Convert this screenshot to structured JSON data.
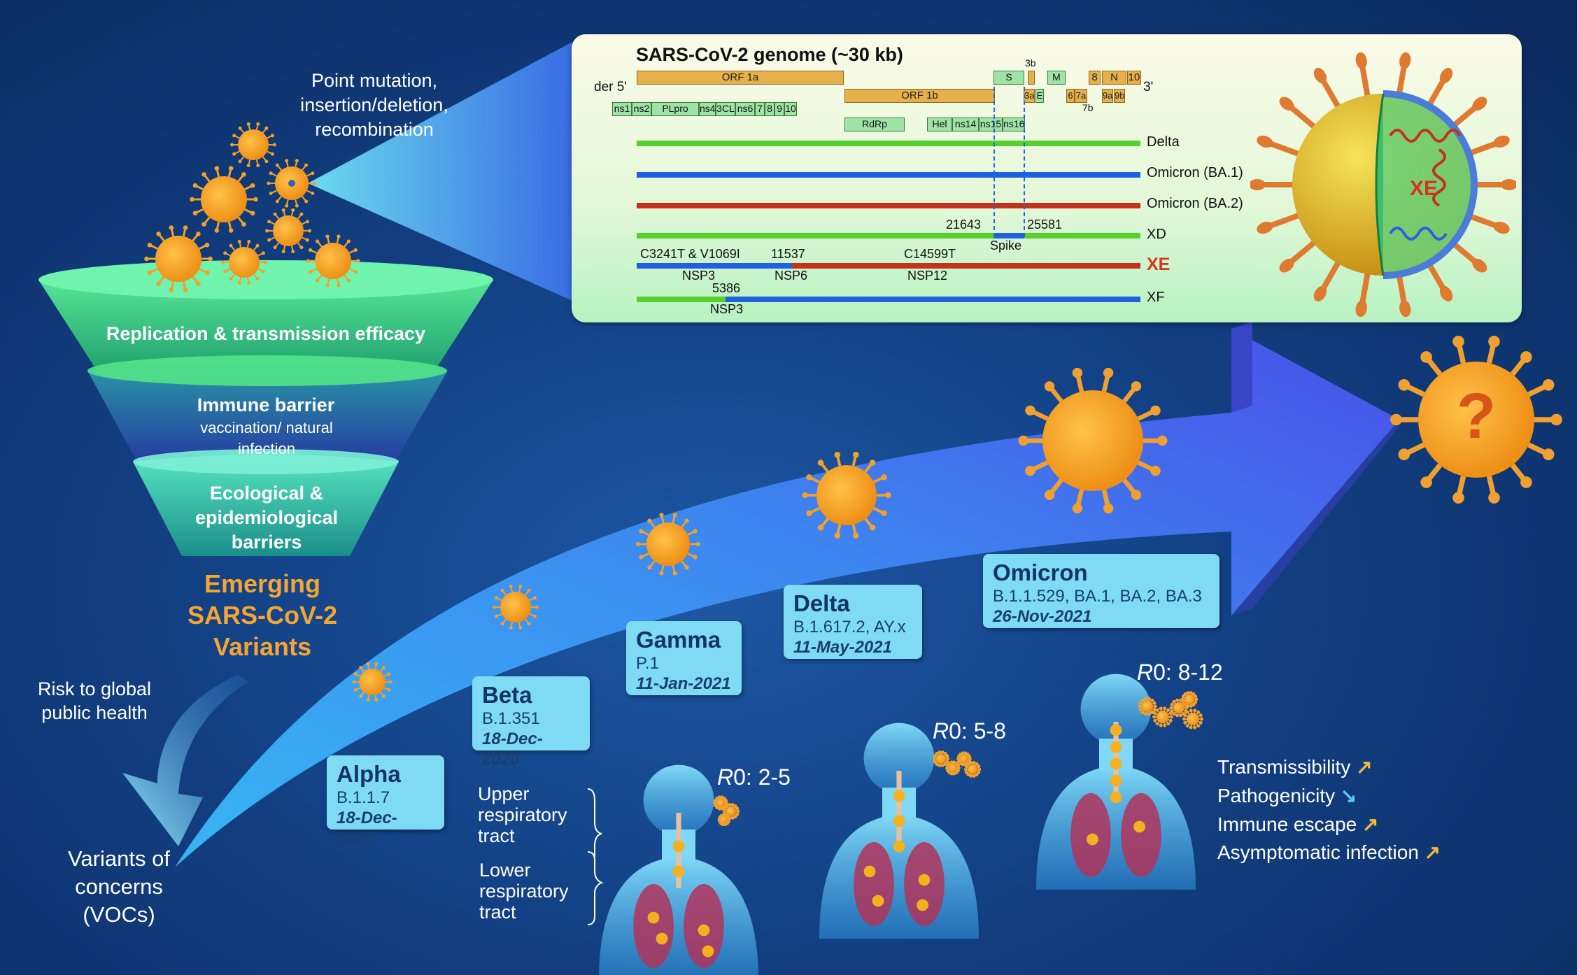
{
  "intro": {
    "mutation_lines": [
      "Point mutation,",
      "insertion/deletion,",
      "recombination"
    ]
  },
  "funnel": {
    "layer1": "Replication & transmission efficacy",
    "layer2_title": "Immune barrier",
    "layer2_sub": "vaccination/ natural infection",
    "layer3": "Ecological & epidemiological barriers",
    "emerging": [
      "Emerging",
      "SARS-CoV-2",
      "Variants"
    ]
  },
  "risk_label": [
    "Risk to global",
    "public health"
  ],
  "voc_label": [
    "Variants of",
    "concerns",
    "(VOCs)"
  ],
  "variants": [
    {
      "name": "Alpha",
      "lineage": "B.1.1.7",
      "date": "18-Dec-2020"
    },
    {
      "name": "Beta",
      "lineage": "B.1.351",
      "date": "18-Dec-2020"
    },
    {
      "name": "Gamma",
      "lineage": "P.1",
      "date": "11-Jan-2021"
    },
    {
      "name": "Delta",
      "lineage": "B.1.617.2, AY.x",
      "date": "11-May-2021"
    },
    {
      "name": "Omicron",
      "lineage": "B.1.1.529, BA.1, BA.2, BA.3",
      "date": "26-Nov-2021"
    }
  ],
  "respiratory": {
    "upper": [
      "Upper",
      "respiratory",
      "tract"
    ],
    "lower": [
      "Lower",
      "respiratory",
      "tract"
    ]
  },
  "r0": {
    "prefix": "R",
    "values": [
      "0: 2-5",
      "0: 5-8",
      "0: 8-12"
    ]
  },
  "attributes": [
    {
      "label": "Transmissibility",
      "trend": "up"
    },
    {
      "label": "Pathogenicity",
      "trend": "down"
    },
    {
      "label": "Immune escape",
      "trend": "up"
    },
    {
      "label": "Asymptomatic infection",
      "trend": "up"
    }
  ],
  "question_mark": "?",
  "genome": {
    "title": "SARS-CoV-2 genome (~30 kb)",
    "end5": "der 5'",
    "end3": "3'",
    "orfs": [
      "ORF 1a",
      "ORF 1b",
      "S",
      "3b",
      "M",
      "8",
      "N",
      "10",
      "3a",
      "E",
      "6",
      "7a",
      "7b",
      "9a",
      "9b"
    ],
    "nsps_row1": [
      "ns1",
      "ns2",
      "PLpro",
      "ns4",
      "3CL",
      "ns6",
      "7",
      "8",
      "9",
      "10"
    ],
    "nsps_row2": [
      "RdRp",
      "Hel",
      "ns14",
      "ns15",
      "ns16"
    ],
    "lineages": [
      {
        "label": "Delta",
        "color": "#56d02c"
      },
      {
        "label": "Omicron (BA.1)",
        "color": "#1f5fe0"
      },
      {
        "label": "Omicron (BA.2)",
        "color": "#c4321b"
      },
      {
        "label": "XD",
        "color": "#56d02c"
      },
      {
        "label": "XE",
        "color": "#d8341b"
      },
      {
        "label": "XF",
        "color": "#1f5fe0"
      }
    ],
    "xd_breakpoints": [
      "21643",
      "25581"
    ],
    "spike_label": "Spike",
    "xe_mutations": [
      "C3241T & V1069I",
      "11537",
      "C14599T"
    ],
    "xe_genes": [
      "NSP3",
      "NSP6",
      "NSP12"
    ],
    "xf_breakpoint": "5386",
    "xf_gene": "NSP3",
    "virion_label": "XE"
  },
  "colors": {
    "background": "#123f82",
    "virus": "#f6a623",
    "card": "#7fdaf3",
    "funnel_green": "#4fe08c",
    "emerging": "#f5a531"
  }
}
